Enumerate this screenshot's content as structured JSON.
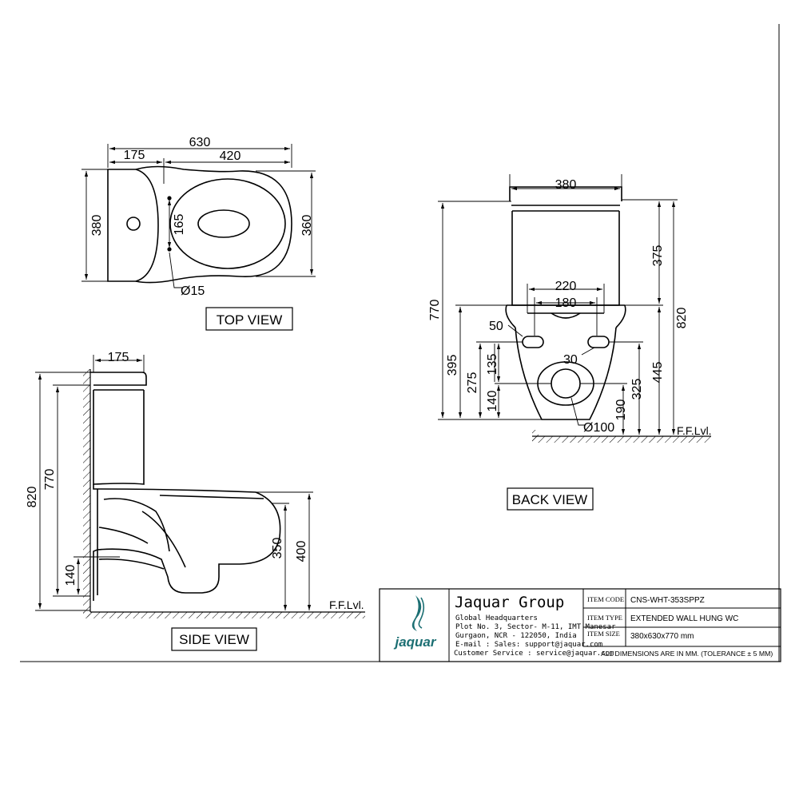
{
  "views": {
    "top": {
      "label": "TOP VIEW",
      "dims": {
        "overall_length": "630",
        "tank_depth": "175",
        "bowl_length": "420",
        "width": "380",
        "bowl_width": "360",
        "fixing_spacing": "165",
        "fixing_hole": "Ø15"
      }
    },
    "back": {
      "label": "BACK VIEW",
      "dims": {
        "width": "380",
        "outer_spacing": "220",
        "inner_spacing": "180",
        "tank_height": "375",
        "overall_height": "770",
        "height_820": "820",
        "slot": "50",
        "slot_center": "30",
        "h395": "395",
        "h275": "275",
        "h135": "135",
        "h140": "140",
        "h445": "445",
        "h325": "325",
        "h190": "190",
        "outlet": "Ø100",
        "floor": "F.F.Lvl."
      }
    },
    "side": {
      "label": "SIDE VIEW",
      "dims": {
        "tank_depth": "175",
        "height_820": "820",
        "height_770": "770",
        "h140": "140",
        "h350": "350",
        "h400": "400",
        "floor": "F.F.Lvl."
      }
    }
  },
  "title_block": {
    "brand": "jaquar",
    "company": "Jaquar Group",
    "address_lines": [
      "Global Headquarters",
      "Plot No. 3, Sector- M-11, IMT Manesar",
      "Gurgaon, NCR - 122050, India",
      "E-mail : Sales: support@jaquar.com",
      "Customer Service : service@jaquar.com"
    ],
    "item_code_label": "ITEM CODE",
    "item_code": "CNS-WHT-353SPPZ",
    "item_type_label": "ITEM TYPE",
    "item_type": "EXTENDED WALL HUNG WC",
    "item_size_label": "ITEM SIZE",
    "item_size": "380x630x770 mm",
    "note": "ALL DIMENSIONS ARE IN MM. (TOLERANCE ± 5 MM)",
    "colors": {
      "logo": "#1c6f73"
    }
  }
}
